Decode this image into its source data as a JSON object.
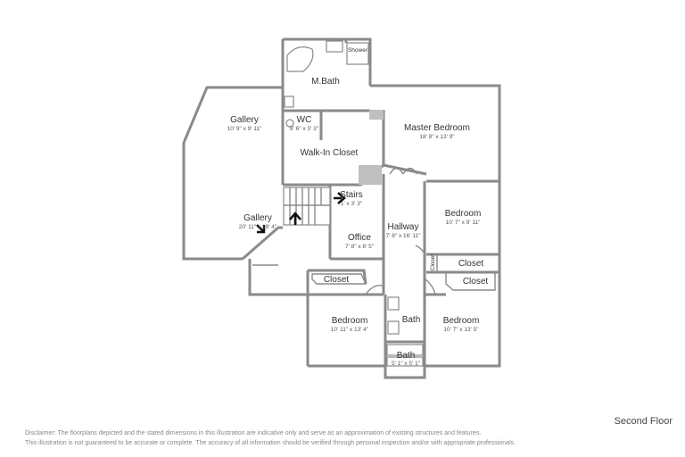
{
  "rooms": [
    {
      "key": "mbath",
      "name": "M.Bath",
      "dim": ""
    },
    {
      "key": "shower",
      "name": "Shower",
      "dim": ""
    },
    {
      "key": "wc",
      "name": "WC",
      "dim": "8' 6\" x 3' 3\""
    },
    {
      "key": "master",
      "name": "Master Bedroom",
      "dim": "18' 8\" x 13' 9\""
    },
    {
      "key": "gallery1",
      "name": "Gallery",
      "dim": "10' 9\" x 9' 11\""
    },
    {
      "key": "walkin",
      "name": "Walk-In Closet",
      "dim": ""
    },
    {
      "key": "stairs",
      "name": "Stairs",
      "dim": "1' x 3' 3\""
    },
    {
      "key": "gallery2",
      "name": "Gallery",
      "dim": "20' 11\" x 19' 4\""
    },
    {
      "key": "hallway",
      "name": "Hallway",
      "dim": "7' 8\" x 16' 11\""
    },
    {
      "key": "bed_ne",
      "name": "Bedroom",
      "dim": "10' 7\" x 9' 11\""
    },
    {
      "key": "office",
      "name": "Office",
      "dim": "7' 8\" x 8' 5\""
    },
    {
      "key": "closet_small",
      "name": "Closet",
      "dim": ""
    },
    {
      "key": "closet_ne",
      "name": "Closet",
      "dim": ""
    },
    {
      "key": "closet_w",
      "name": "Closet",
      "dim": ""
    },
    {
      "key": "closet_se",
      "name": "Closet",
      "dim": ""
    },
    {
      "key": "bath1",
      "name": "Bath",
      "dim": ""
    },
    {
      "key": "bed_sw",
      "name": "Bedroom",
      "dim": "10' 11\" x 13' 4\""
    },
    {
      "key": "bed_se",
      "name": "Bedroom",
      "dim": "10' 7\" x 13' 5\""
    },
    {
      "key": "bath2",
      "name": "Bath",
      "dim": "5' 1\" x 5' 1\""
    }
  ],
  "floor_label": "Second Floor",
  "disclaimer": {
    "line1": "Disclaimer: The floorplans depicted and the stated dimensions in this illustration are indicative only and serve as an approximation of existing structures and features.",
    "line2": "This illustration is not guaranteed to be accurate or complete. The accuracy of all information should be verified through personal inspection and/or with appropriate professionals."
  }
}
